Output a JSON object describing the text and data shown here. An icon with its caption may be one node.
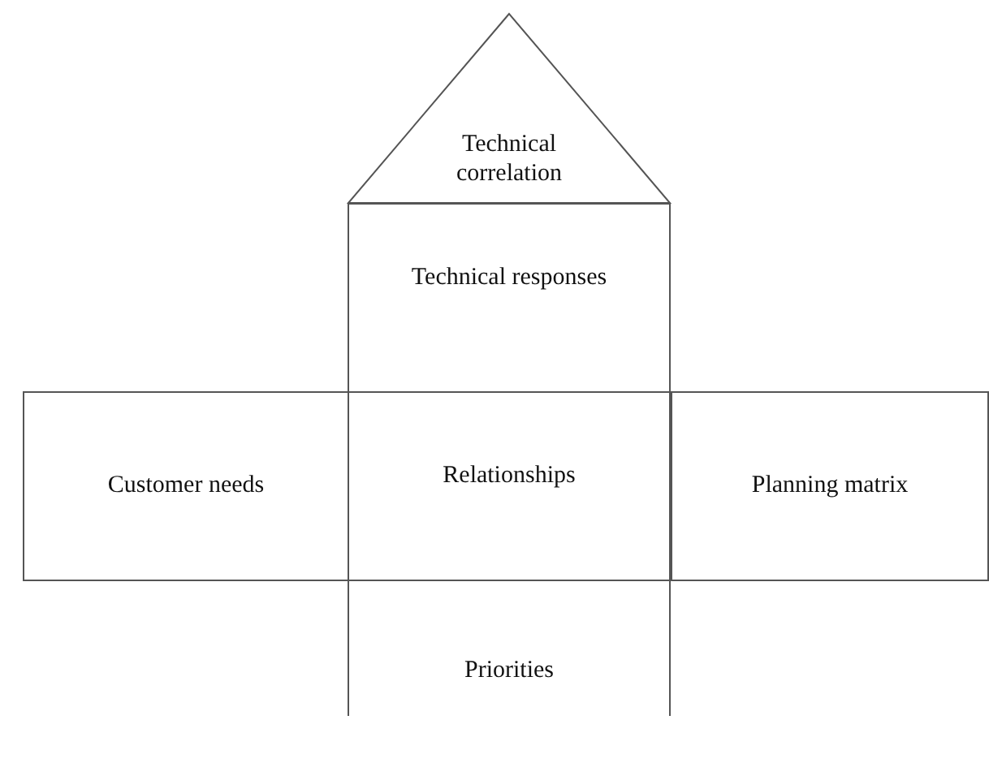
{
  "diagram": {
    "nodes": [
      {
        "text": [
          "Technical correlation"
        ]
      },
      {
        "text": [
          "Technical responses"
        ]
      },
      {
        "text": [
          "Customer needs"
        ]
      },
      {
        "text": [
          "Relationships"
        ]
      },
      {
        "text": [
          "Planning matrix"
        ]
      },
      {
        "text": [
          "Priorities"
        ]
      }
    ]
  }
}
